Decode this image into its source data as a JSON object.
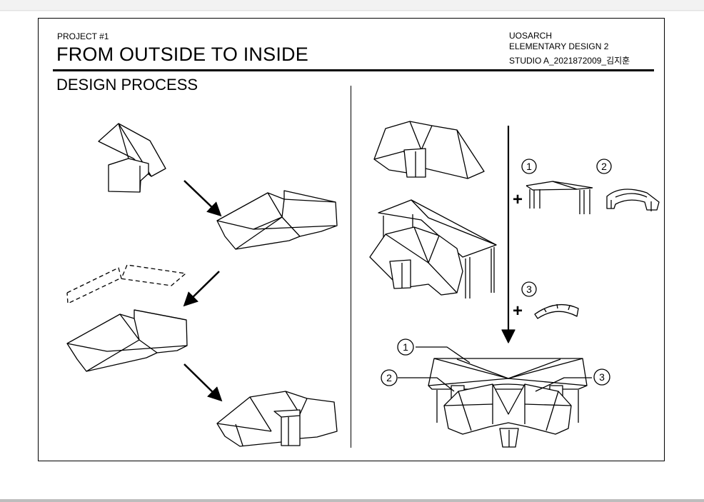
{
  "header": {
    "project_label": "PROJECT #1",
    "project_title": "FROM OUTSIDE TO INSIDE",
    "school": "UOSARCH",
    "course": "ELEMENTARY DESIGN 2",
    "studio": "STUDIO A_2021872009_김지훈"
  },
  "section": {
    "title": "DESIGN PROCESS"
  },
  "components": {
    "plus": "+",
    "callouts": [
      "1",
      "2",
      "3"
    ]
  },
  "colors": {
    "ink": "#000000",
    "paper": "#ffffff",
    "viewer_background": "#f2f2f2"
  }
}
